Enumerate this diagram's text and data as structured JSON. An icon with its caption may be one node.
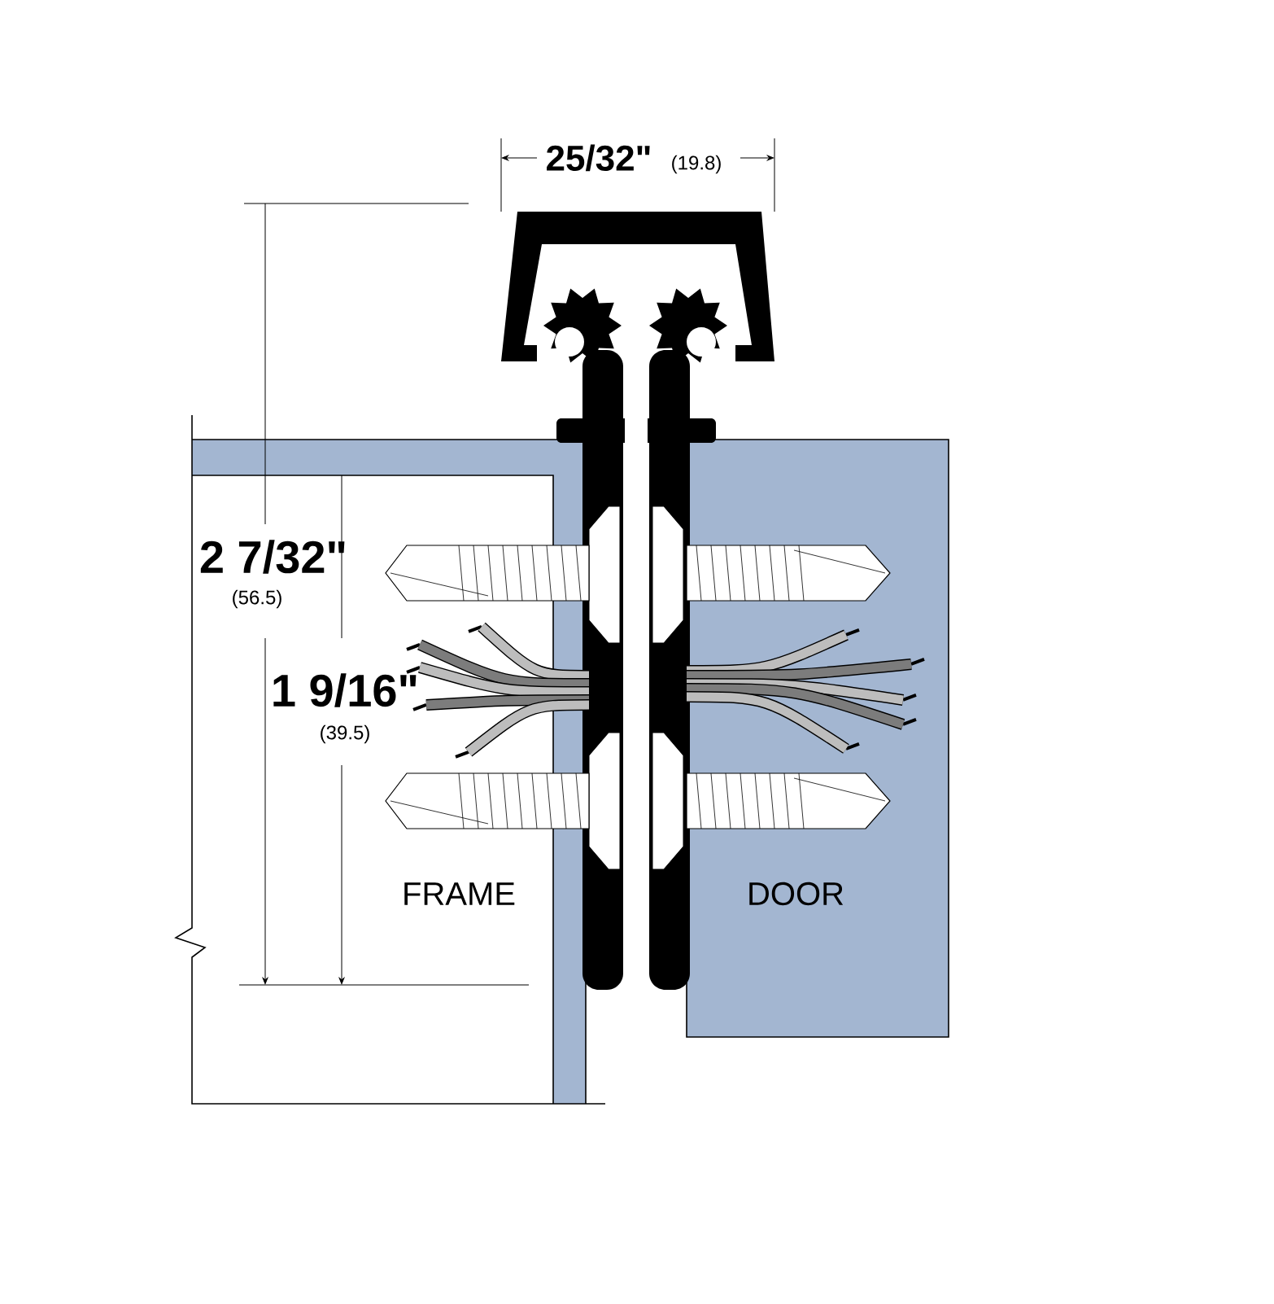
{
  "diagram": {
    "nodes": [
      {
        "text": [
          "FRAME"
        ]
      },
      {
        "text": [
          "DOOR"
        ]
      }
    ],
    "labels": [
      "25/32\"",
      "(19.8)",
      "2 7/32\"",
      "(56.5)",
      "1 9/16\"",
      "(39.5)"
    ]
  }
}
